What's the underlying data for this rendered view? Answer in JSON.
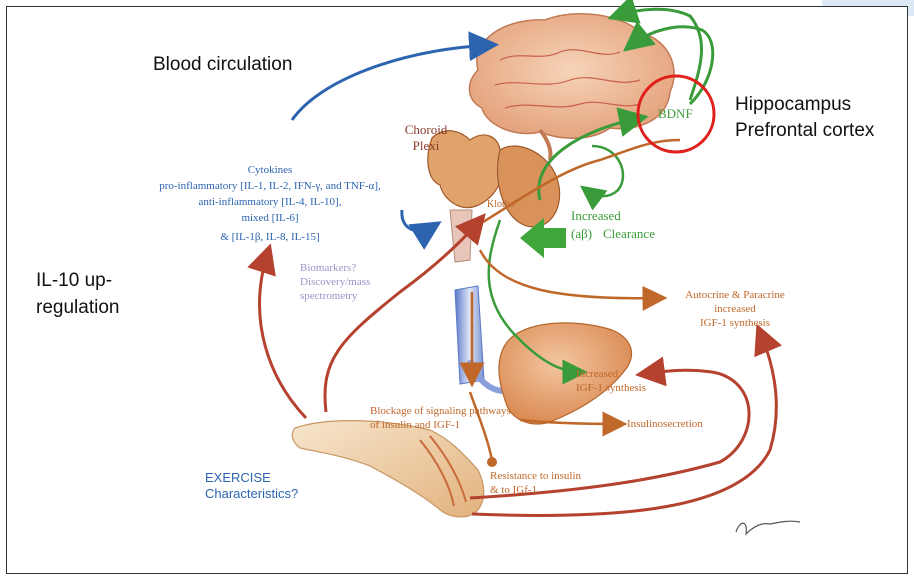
{
  "labels": {
    "blood_circulation": "Blood circulation",
    "hippocampus": "Hippocampus",
    "prefrontal_cortex": "Prefrontal cortex",
    "bdnf": "BDNF",
    "choroid_plexi_line1": "Choroid",
    "choroid_plexi_line2": "Plexi",
    "cytokines_title": "Cytokines",
    "cytokines_pro": "pro-inflammatory [IL-1, IL-2, IFN-γ, and TNF-α],",
    "cytokines_anti": "anti-inflammatory [IL-4, IL-10],",
    "cytokines_mixed": "mixed [IL-6]",
    "cytokines_other": "& [IL-1β, IL-8, IL-15]",
    "klotho": "Klotho",
    "increased": "Increased",
    "ab_clearance_ab": "(aβ)",
    "ab_clearance_word": "Clearance",
    "il10_line1": "IL-10 up-",
    "il10_line2": "regulation",
    "biomarkers_line1": "Biomarkers?",
    "biomarkers_line2": "Discovery/mass",
    "biomarkers_line3": "spectrometry",
    "autocrine_line1": "Autocrine & Paracrine",
    "autocrine_line2": "increased",
    "autocrine_line3": "IGF-1 synthesis",
    "igf_line1": "Increased",
    "igf_line2": "IGF-1 synthesis",
    "blockage_line1": "Blockage of signaling pathways",
    "blockage_line2": "of insulin and IGF-1",
    "insulinosecretion": "Insulinosecretion",
    "exercise_line1": "EXERCISE",
    "exercise_line2": "Characteristics?",
    "resistance_line1": "Resistance to insulin",
    "resistance_line2": "& to IGf-1"
  },
  "colors": {
    "blue": "#2d64b0",
    "orange": "#c0672a",
    "green": "#3a9b3a",
    "red_arrow": "#b5412f",
    "highlight_circle": "#e0201b"
  }
}
